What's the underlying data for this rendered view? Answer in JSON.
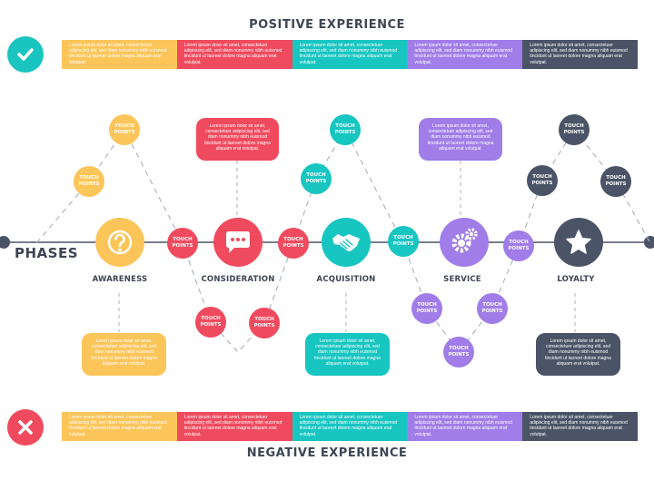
{
  "positive": {
    "title": "POSITIVE EXPERIENCE",
    "icon": "checkmark-icon",
    "cells": [
      "Lorem ipsum dolor sit amet, consectetuer adipiscing elit, sed diam nonummy nibh euismod tincidunt ut laoreet dolore magna aliquam erat volutpat.",
      "Lorem ipsum dolor sit amet, consectetuer adipiscing elit, sed diam nonummy nibh euismod tincidunt ut laoreet dolore magna aliquam erat volutpat.",
      "Lorem ipsum dolor sit amet, consectetuer adipiscing elit, sed diam nonummy nibh euismod tincidunt ut laoreet dolore magna aliquam erat volutpat.",
      "Lorem ipsum dolor sit amet, consectetuer adipiscing elit, sed diam nonummy nibh euismod tincidunt ut laoreet dolore magna aliquam erat volutpat.",
      "Lorem ipsum dolor sit amet, consectetuer adipiscing elit, sed diam nonummy nibh euismod tincidunt ut laoreet dolore magna aliquam erat volutpat."
    ]
  },
  "negative": {
    "title": "NEGATIVE EXPERIENCE",
    "icon": "cross-icon",
    "cells": [
      "Lorem ipsum dolor sit amet, consectetuer adipiscing elit, sed diam nonummy nibh euismod tincidunt ut laoreet dolore magna aliquam erat volutpat.",
      "Lorem ipsum dolor sit amet, consectetuer adipiscing elit, sed diam nonummy nibh euismod tincidunt ut laoreet dolore magna aliquam erat volutpat.",
      "Lorem ipsum dolor sit amet, consectetuer adipiscing elit, sed diam nonummy nibh euismod tincidunt ut laoreet dolore magna aliquam erat volutpat.",
      "Lorem ipsum dolor sit amet, consectetuer adipiscing elit, sed diam nonummy nibh euismod tincidunt ut laoreet dolore magna aliquam erat volutpat.",
      "Lorem ipsum dolor sit amet, consectetuer adipiscing elit, sed diam nonummy nibh euismod tincidunt ut laoreet dolore magna aliquam erat volutpat."
    ]
  },
  "phases_title": "PHASES",
  "touch_point_label": "TOUCH POINTS",
  "phases": [
    {
      "name": "AWARENESS",
      "color": "#fbc55a",
      "icon": "question-bulb-icon",
      "note": "Lorem ipsum dolor sit amet, consectetuer adipiscing elit, sed diam nonummy nibh euismod tincidunt ut laoreet dolore magna aliquam erat volutpat."
    },
    {
      "name": "CONSIDERATION",
      "color": "#f04a5e",
      "icon": "speech-bubble-icon",
      "note": "Lorem ipsum dolor sit amet, consectetuer adipiscing elit, sed diam nonummy nibh euismod tincidunt ut laoreet dolore magna aliquam erat volutpat."
    },
    {
      "name": "ACQUISITION",
      "color": "#17c5c1",
      "icon": "handshake-icon",
      "note": "Lorem ipsum dolor sit amet, consectetuer adipiscing elit, sed diam nonummy nibh euismod tincidunt ut laoreet dolore magna aliquam erat volutpat."
    },
    {
      "name": "SERVICE",
      "color": "#a07de8",
      "icon": "gears-icon",
      "note": "Lorem ipsum dolor sit amet, consectetuer adipiscing elit, sed diam nonummy nibh euismod tincidunt ut laoreet dolore magna aliquam erat volutpat."
    },
    {
      "name": "LOYALTY",
      "color": "#4a5466",
      "icon": "star-icon",
      "note": "Lorem ipsum dolor sit amet, consectetuer adipiscing elit, sed diam nonummy nibh euismod tincidunt ut laoreet dolore magna aliquam erat volutpat."
    }
  ],
  "colors": {
    "positive_badge": "#1bc5bf",
    "negative_badge": "#f04a5e",
    "text_dark": "#3c4654",
    "line": "#4a5466"
  }
}
